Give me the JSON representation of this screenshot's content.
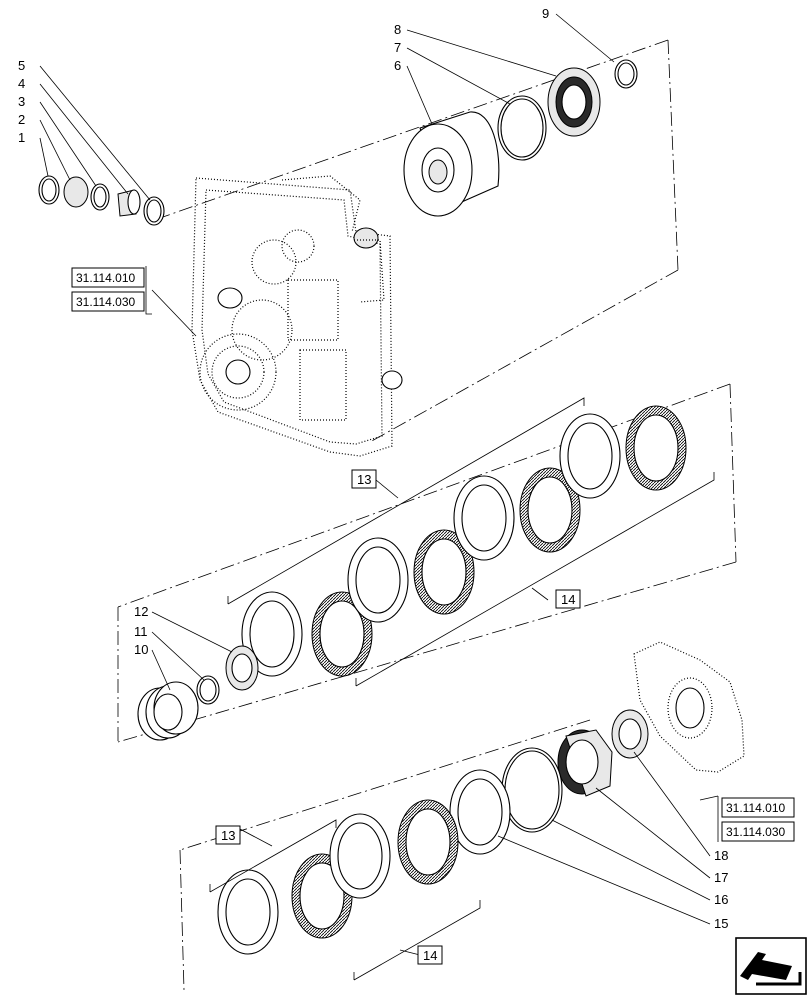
{
  "callouts": {
    "c1": "1",
    "c2": "2",
    "c3": "3",
    "c4": "4",
    "c5": "5",
    "c6": "6",
    "c7": "7",
    "c8": "8",
    "c9": "9",
    "c10": "10",
    "c11": "11",
    "c12": "12",
    "c15": "15",
    "c16": "16",
    "c17": "17",
    "c18": "18"
  },
  "boxed": {
    "b13a": "13",
    "b14a": "14",
    "b13b": "13",
    "b14b": "14"
  },
  "references": {
    "top_a": "31.114.010",
    "top_b": "31.114.030",
    "right_a": "31.114.010",
    "right_b": "31.114.030"
  },
  "icons": {
    "nav": "previous-page-arrow-icon"
  }
}
